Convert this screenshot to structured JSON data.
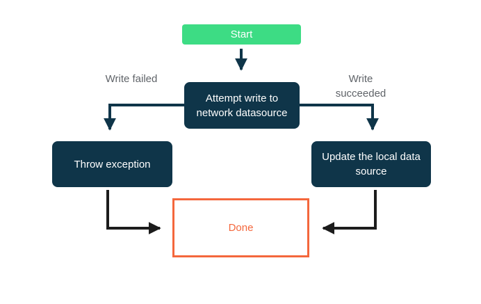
{
  "diagram": {
    "type": "flowchart",
    "nodes": {
      "start": {
        "label": "Start"
      },
      "attempt": {
        "label": "Attempt write to network datasource"
      },
      "throw_exception": {
        "label": "Throw exception"
      },
      "update_local": {
        "label": "Update the local data source"
      },
      "done": {
        "label": "Done"
      }
    },
    "edges": [
      {
        "from": "start",
        "to": "attempt",
        "label": ""
      },
      {
        "from": "attempt",
        "to": "throw_exception",
        "label": "Write failed"
      },
      {
        "from": "attempt",
        "to": "update_local",
        "label": "Write succeeded"
      },
      {
        "from": "throw_exception",
        "to": "done",
        "label": ""
      },
      {
        "from": "update_local",
        "to": "done",
        "label": ""
      }
    ],
    "colors": {
      "start_fill": "#3ddc84",
      "process_fill": "#0f3549",
      "process_text": "#ffffff",
      "done_border": "#f4673c",
      "done_text": "#f4673c",
      "edge_label_text": "#5f6368",
      "edge_top_arrows": "#0f3549",
      "edge_bottom_arrows": "#1c1c1c",
      "background": "#ffffff"
    }
  }
}
